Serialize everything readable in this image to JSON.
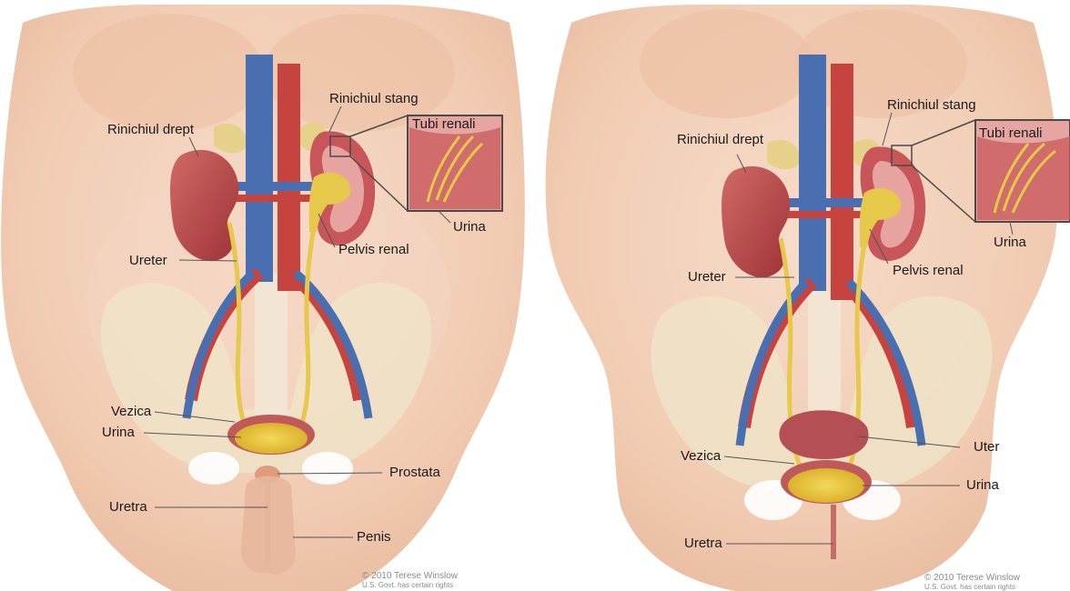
{
  "male": {
    "labels": {
      "right_kidney": "Rinichiul drept",
      "left_kidney": "Rinichiul stang",
      "renal_tubules": "Tubi renali",
      "urine_inset": "Urina",
      "ureter": "Ureter",
      "renal_pelvis": "Pelvis renal",
      "bladder": "Vezica",
      "urine_bladder": "Urina",
      "prostate": "Prostata",
      "urethra": "Uretra",
      "penis": "Penis"
    },
    "credit": {
      "line1": "© 2010 Terese Winslow",
      "line2": "U.S. Govt. has certain rights"
    }
  },
  "female": {
    "labels": {
      "right_kidney": "Rinichiul drept",
      "left_kidney": "Rinichiul stang",
      "renal_tubules": "Tubi renali",
      "urine_inset": "Urina",
      "ureter": "Ureter",
      "renal_pelvis": "Pelvis renal",
      "bladder": "Vezica",
      "uterus": "Uter",
      "urine_bladder": "Urina",
      "urethra": "Uretra"
    },
    "credit": {
      "line1": "© 2010 Terese Winslow",
      "line2": "U.S. Govt. has certain rights"
    }
  },
  "colors": {
    "skin": "#f3d3bd",
    "kidney": "#b9474a",
    "vein": "#4a6fb0",
    "artery": "#c5443f",
    "ureter": "#e6c84a",
    "urine": "#e6c23c",
    "bone": "#efe3c8"
  }
}
